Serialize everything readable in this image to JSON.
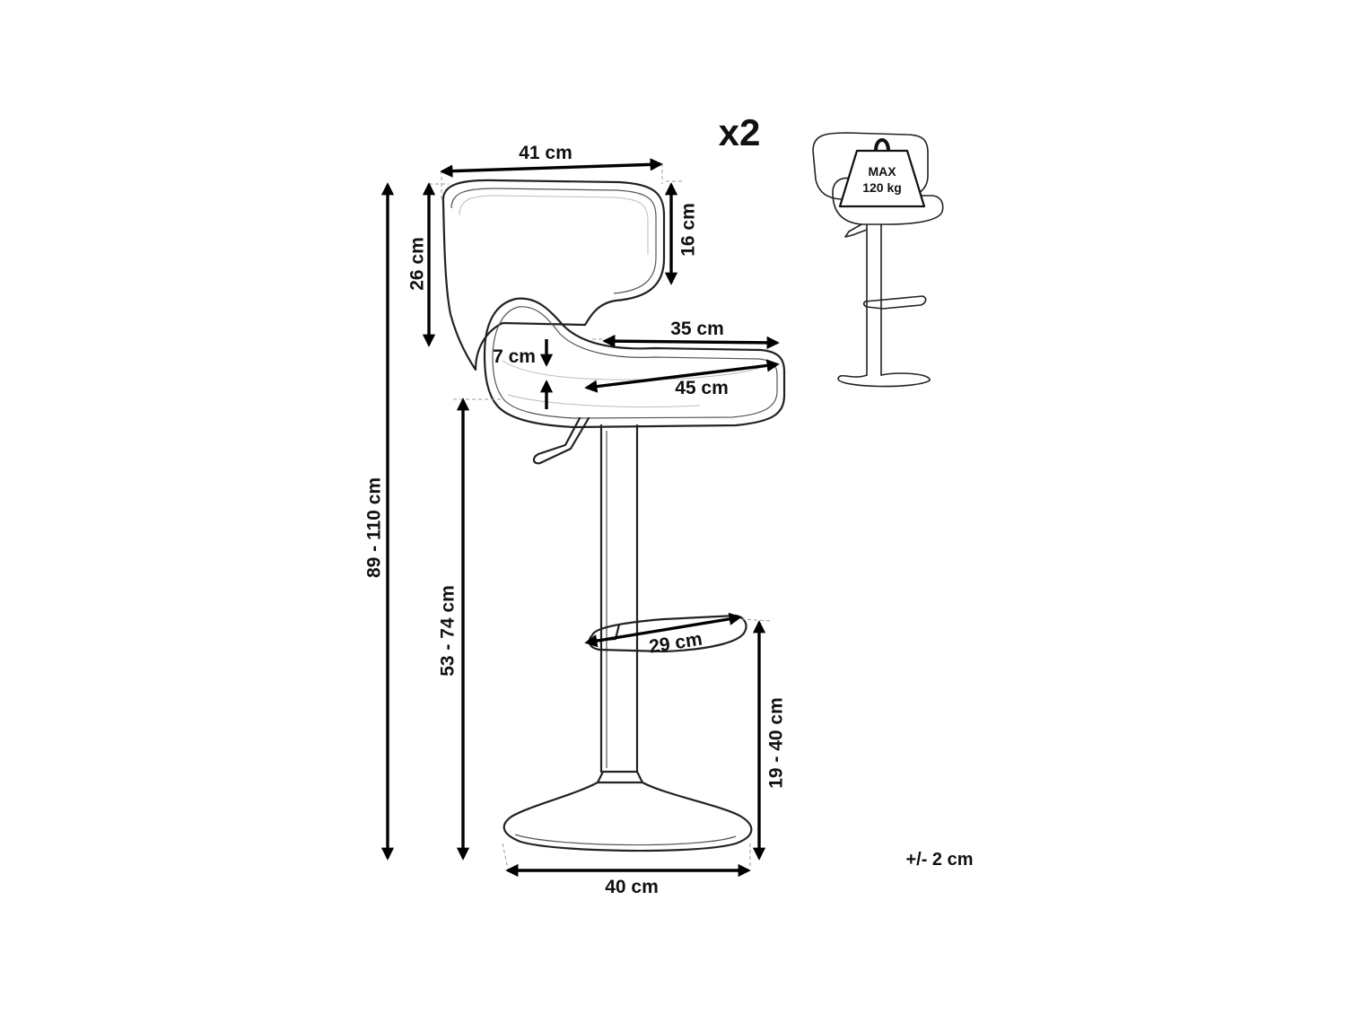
{
  "quantity_label": "x2",
  "load_badge": {
    "line1": "MAX",
    "line2": "120 kg"
  },
  "dimensions": {
    "seat_back_width": "41 cm",
    "backrest_height": "26 cm",
    "backrest_side_height": "16 cm",
    "seat_depth": "35 cm",
    "seat_thickness": "7 cm",
    "seat_width": "45 cm",
    "total_height": "89 - 110 cm",
    "seat_height": "53 - 74 cm",
    "footrest_width": "29 cm",
    "footrest_height": "19 - 40 cm",
    "base_diameter": "40 cm"
  },
  "tolerance": "+/- 2 cm",
  "icons": [
    "bar-stool-drawing",
    "weight-icon",
    "bar-stool-thumbnail"
  ]
}
